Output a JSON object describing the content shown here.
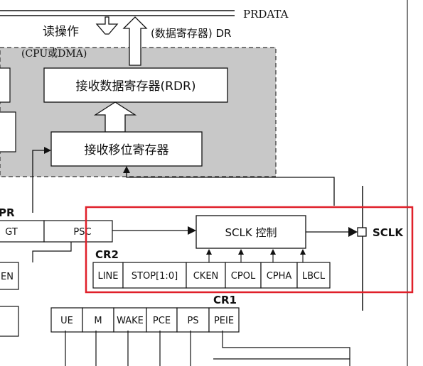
{
  "labels": {
    "prdata": "PRDATA",
    "read_op": "读操作",
    "data_reg_dr": "(数据寄存器) DR",
    "cpu_dma": "(CPU或DMA)",
    "rdr": "接收数据寄存器(RDR)",
    "shift_reg": "接收移位寄存器",
    "pr_partial": "PR",
    "gt": "GT",
    "psc": "PSC",
    "sclk_control": "SCLK 控制",
    "sclk": "SCLK",
    "cr2": "CR2",
    "en_partial": "EN",
    "cr1": "CR1"
  },
  "cr2_bits": [
    "LINE",
    "STOP[1:0]",
    "CKEN",
    "CPOL",
    "CPHA",
    "LBCL"
  ],
  "cr1_bits": [
    "UE",
    "M",
    "WAKE",
    "PCE",
    "PS",
    "PEIE"
  ],
  "colors": {
    "shaded_area": "#c8c8c8",
    "highlight_border": "#e0202a",
    "line": "#111111"
  }
}
